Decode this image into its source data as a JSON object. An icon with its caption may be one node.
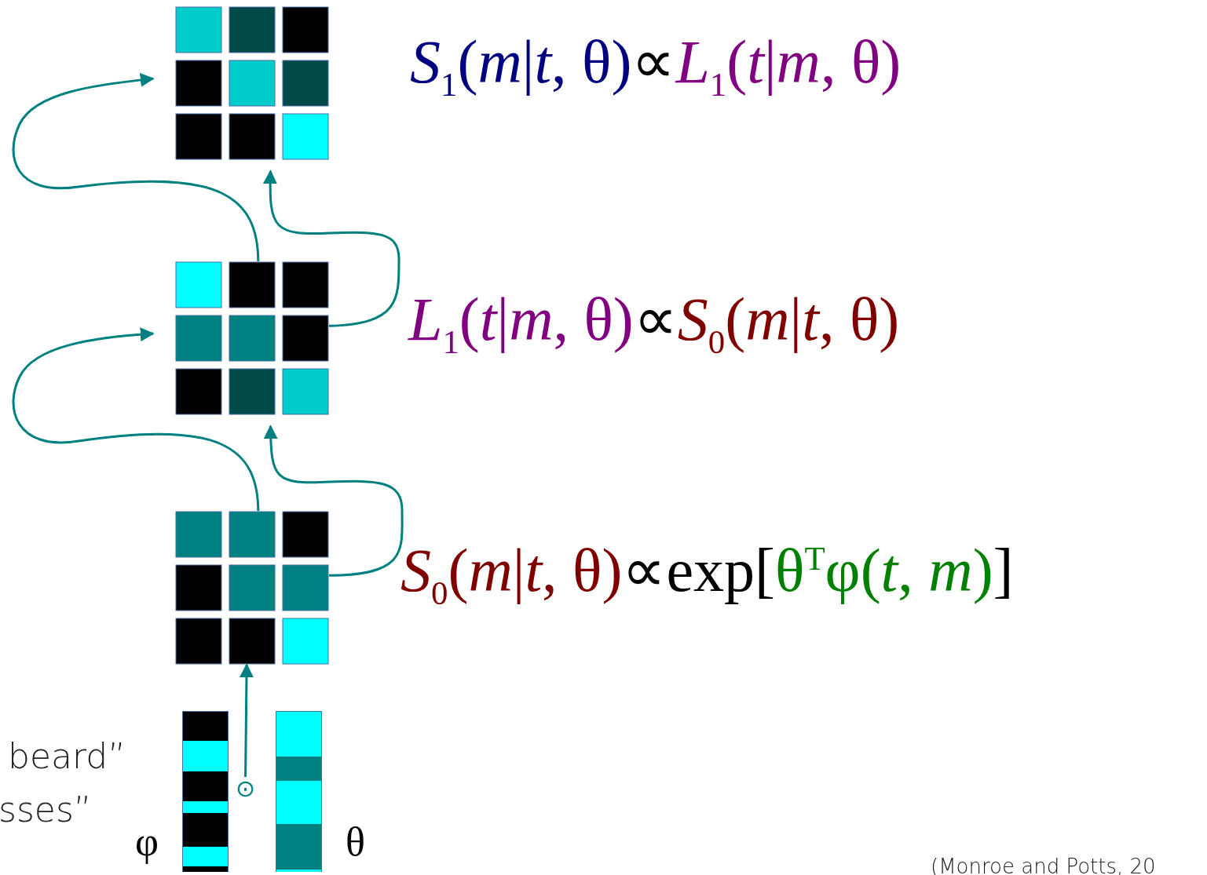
{
  "diagram": {
    "nodes": [
      {
        "text": [],
        "shape": "grid"
      },
      {
        "text": [],
        "shape": "grid"
      },
      {
        "text": [],
        "shape": "grid"
      },
      {
        "text": [],
        "shape": "bar",
        "beside": [
          "φ"
        ]
      },
      {
        "text": [
          "⊙"
        ]
      },
      {
        "text": [],
        "shape": "bar",
        "beside": [
          "θ"
        ]
      }
    ],
    "edges": [
      {
        "from": 4,
        "to": 2,
        "arrow": "to"
      },
      {
        "from": 2,
        "to": 1,
        "arrow": "to"
      },
      {
        "from": 2,
        "to": 1,
        "arrow": "to"
      },
      {
        "from": 1,
        "to": 0,
        "arrow": "to"
      },
      {
        "from": 1,
        "to": 0,
        "arrow": "to"
      }
    ],
    "labels": [
      "*S*$_{1}$(*m*|*t*, θ)",
      "∝",
      "*L*$_{1}$(*t*|*m*, θ)",
      "*L*$_{1}$(*t*|*m*, θ)",
      "∝",
      "*S*$_{0}$(*m*|*t*, θ)",
      "*S*$_{0}$(*m*|*t*, θ)",
      "∝exp[",
      "θ$^{T}$φ(*t*, *m*)",
      "]",
      "beard”",
      "sses”",
      "(Monroe and Potts, 20"
    ]
  }
}
